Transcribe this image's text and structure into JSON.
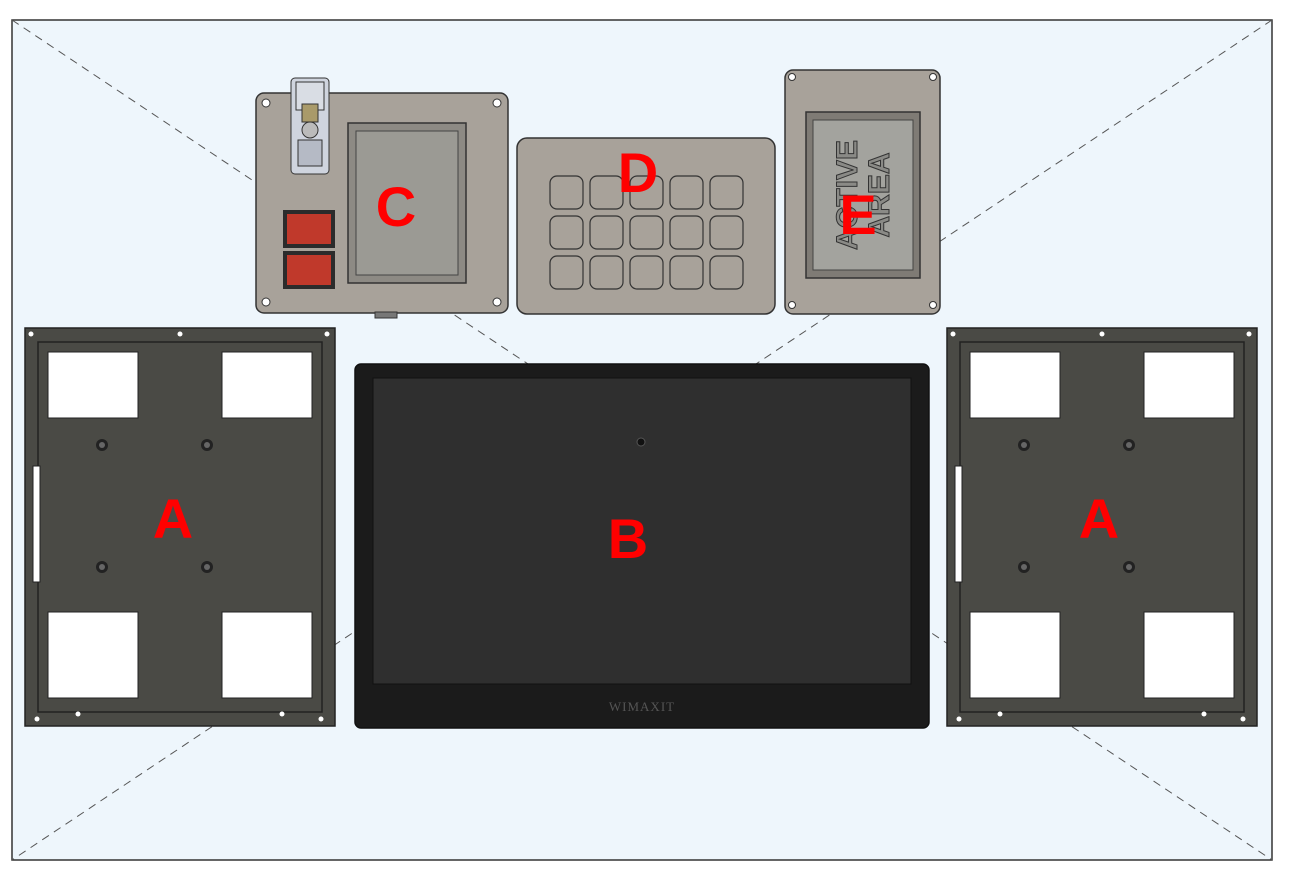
{
  "labels": {
    "a_left": "A",
    "a_right": "A",
    "b": "B",
    "c": "C",
    "d": "D",
    "e": "E"
  },
  "monitor": {
    "brand": "WIMAXIT"
  },
  "active_area": {
    "line1": "ACTIVE",
    "line2": "AREA"
  },
  "colors": {
    "background": "#eef6fc",
    "label": "#ff0000",
    "plate_dark": "#4a4a45",
    "plate_light": "#a8a29a",
    "monitor_bezel": "#1b1b1b",
    "monitor_screen": "#2f2f2f",
    "red_button": "#c0392b"
  },
  "icons": {
    "toggle_switch": "toggle-switch-icon",
    "keypad": "keypad-icon"
  }
}
